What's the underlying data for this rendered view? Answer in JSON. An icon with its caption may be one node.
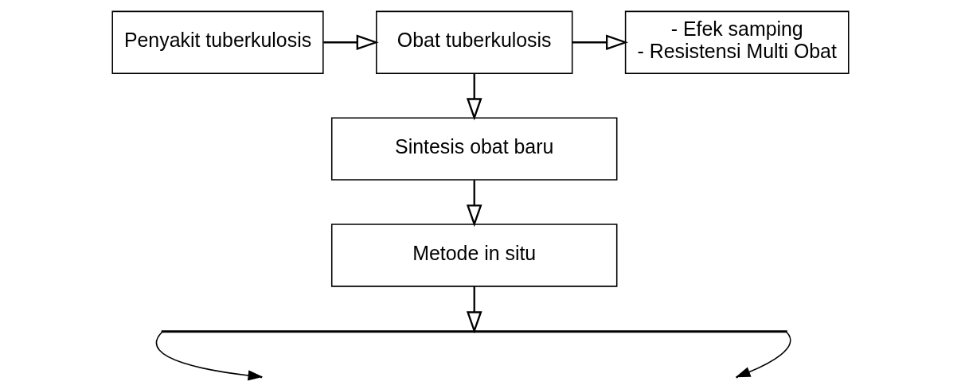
{
  "diagram": {
    "nodes": [
      {
        "text": [
          "Penyakit tuberkulosis"
        ]
      },
      {
        "text": [
          "Obat tuberkulosis"
        ]
      },
      {
        "text": [
          "- Efek samping",
          "- Resistensi Multi Obat"
        ]
      },
      {
        "text": [
          "Sintesis obat baru"
        ]
      },
      {
        "text": [
          "Metode in situ"
        ]
      },
      {
        "text": [],
        "shape": "bar"
      }
    ],
    "edges": [
      {
        "from": 0,
        "to": 1,
        "arrow": "to"
      },
      {
        "from": 1,
        "to": 2,
        "arrow": "to"
      },
      {
        "from": 1,
        "to": 3,
        "arrow": "to"
      },
      {
        "from": 3,
        "to": 4,
        "arrow": "to"
      },
      {
        "from": 4,
        "to": 5,
        "arrow": "to"
      },
      {
        "from": 5,
        "to": null,
        "arrow": "to"
      },
      {
        "from": 5,
        "to": null,
        "arrow": "to"
      }
    ]
  }
}
